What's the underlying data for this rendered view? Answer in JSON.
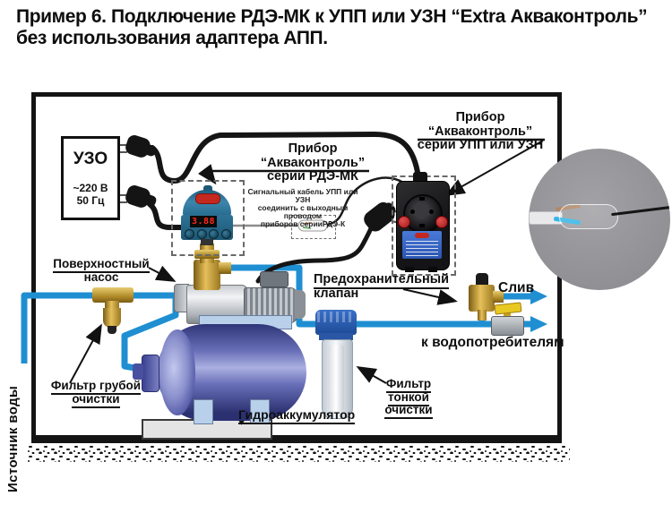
{
  "title": {
    "line1": "Пример 6. Подключение РДЭ-МК  к УПП или УЗН “Extra Акваконтроль”",
    "line2": "без использования адаптера АПП."
  },
  "uzo": {
    "name": "УЗО",
    "voltage": "~220 В",
    "frequency": "50 Гц"
  },
  "labels": {
    "rde1": "Прибор “Акваконтроль”",
    "rde2": "серии РДЭ-МК",
    "upp1": "Прибор “Акваконтроль”",
    "upp2": "серии УПП или УЗН",
    "note1": "Сигнальный кабель УПП или УЗН",
    "note2": "соединить с выходным проводом",
    "note3": "приборов серииРДЭ-К",
    "pump1": "Поверхностный",
    "pump2": "насос",
    "coarse1": "Фильтр грубой",
    "coarse2": "очистки",
    "fine1": "Фильтр тонкой",
    "fine2": "очистки",
    "safety1": "Предохранительный",
    "safety2": "клапан",
    "drain": "Слив",
    "consumers": "к водопотребителям",
    "tank": "Гидроаккумулятор",
    "source": "Источник воды"
  },
  "device": {
    "relay_display": "3.88"
  },
  "colors": {
    "pipe_blue": "#1f8fd2",
    "frame_black": "#141414",
    "tank_blue": "#5a60b0",
    "relay_teal": "#2e7296",
    "display_red": "#ff2a1a",
    "button_red": "#c03030",
    "sticker_blue": "#3a64c8",
    "brass": "#c9a13c",
    "valve_yellow": "#e8c822"
  }
}
